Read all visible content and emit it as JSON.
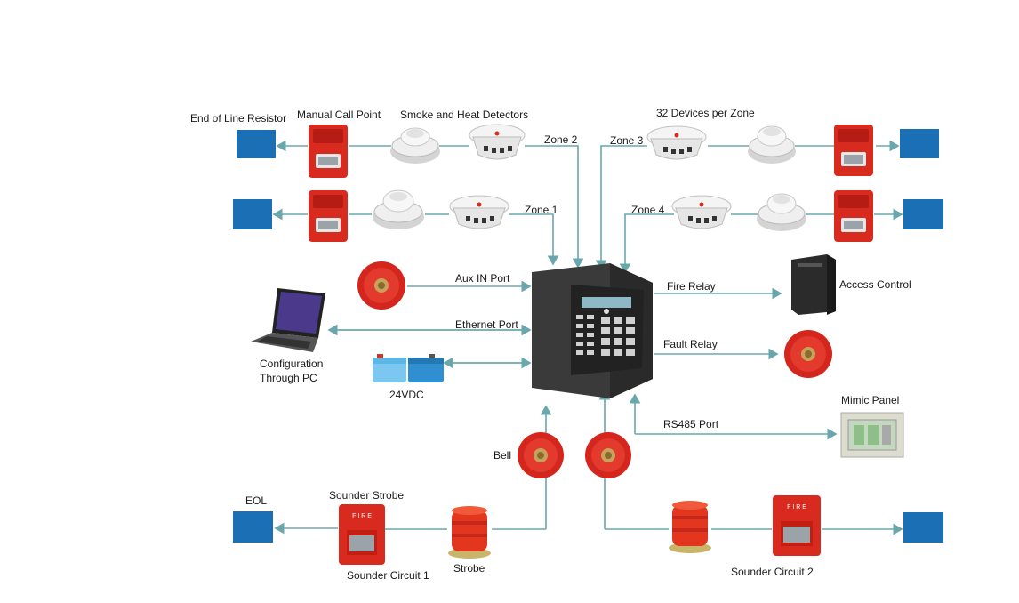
{
  "labels": {
    "end_of_line_resistor": "End of Line Resistor",
    "manual_call_point": "Manual Call Point",
    "smoke_heat_detectors": "Smoke and Heat Detectors",
    "devices_per_zone": "32 Devices per Zone",
    "zone1": "Zone 1",
    "zone2": "Zone 2",
    "zone3": "Zone 3",
    "zone4": "Zone 4",
    "aux_in_port": "Aux IN Port",
    "ethernet_port": "Ethernet Port",
    "configuration_line1": "Configuration",
    "configuration_line2": "Through PC",
    "vdc": "24VDC",
    "fire_relay": "Fire Relay",
    "fault_relay": "Fault Relay",
    "access_control": "Access Control",
    "mimic_panel": "Mimic Panel",
    "rs485_port": "RS485 Port",
    "bell": "Bell",
    "eol": "EOL",
    "sounder_strobe": "Sounder Strobe",
    "sounder_circuit_1": "Sounder Circuit 1",
    "strobe": "Strobe",
    "sounder_circuit_2": "Sounder Circuit 2"
  },
  "colors": {
    "wire": "#6aa7ad",
    "eol_box": "#1a6fb5",
    "call_point_red": "#d92a1f",
    "bell_red": "#d4261c",
    "panel_dark": "#3a3a3a",
    "battery_blue": "#3da6e0"
  },
  "icons": {
    "call_point": "manual-call-point-icon",
    "smoke_detector": "smoke-detector-icon",
    "heat_detector": "heat-detector-icon",
    "bell": "bell-icon",
    "laptop": "laptop-icon",
    "battery": "battery-icon",
    "access_control": "access-control-icon",
    "mimic_panel": "mimic-panel-icon",
    "strobe": "strobe-icon",
    "sounder_strobe": "sounder-strobe-icon",
    "control_panel": "fire-alarm-panel-icon"
  }
}
